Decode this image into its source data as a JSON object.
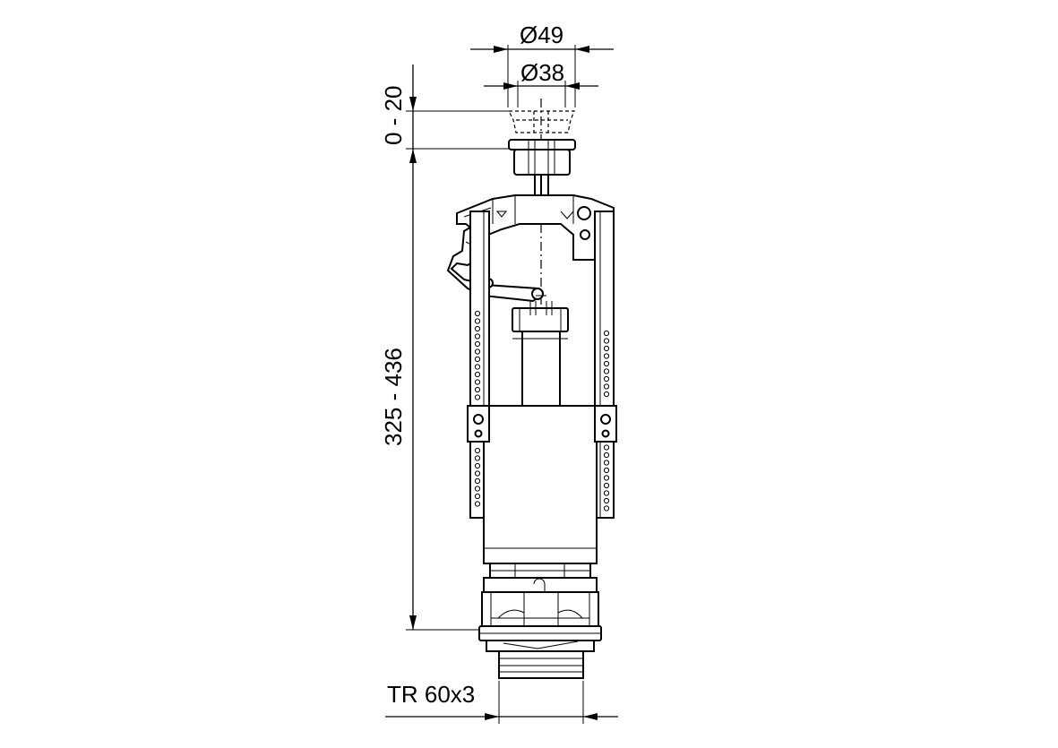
{
  "dimensions": {
    "outer_diameter": "Ø49",
    "inner_diameter": "Ø38",
    "button_travel": "0 - 20",
    "height_range": "325 - 436",
    "thread": "TR 60x3"
  }
}
